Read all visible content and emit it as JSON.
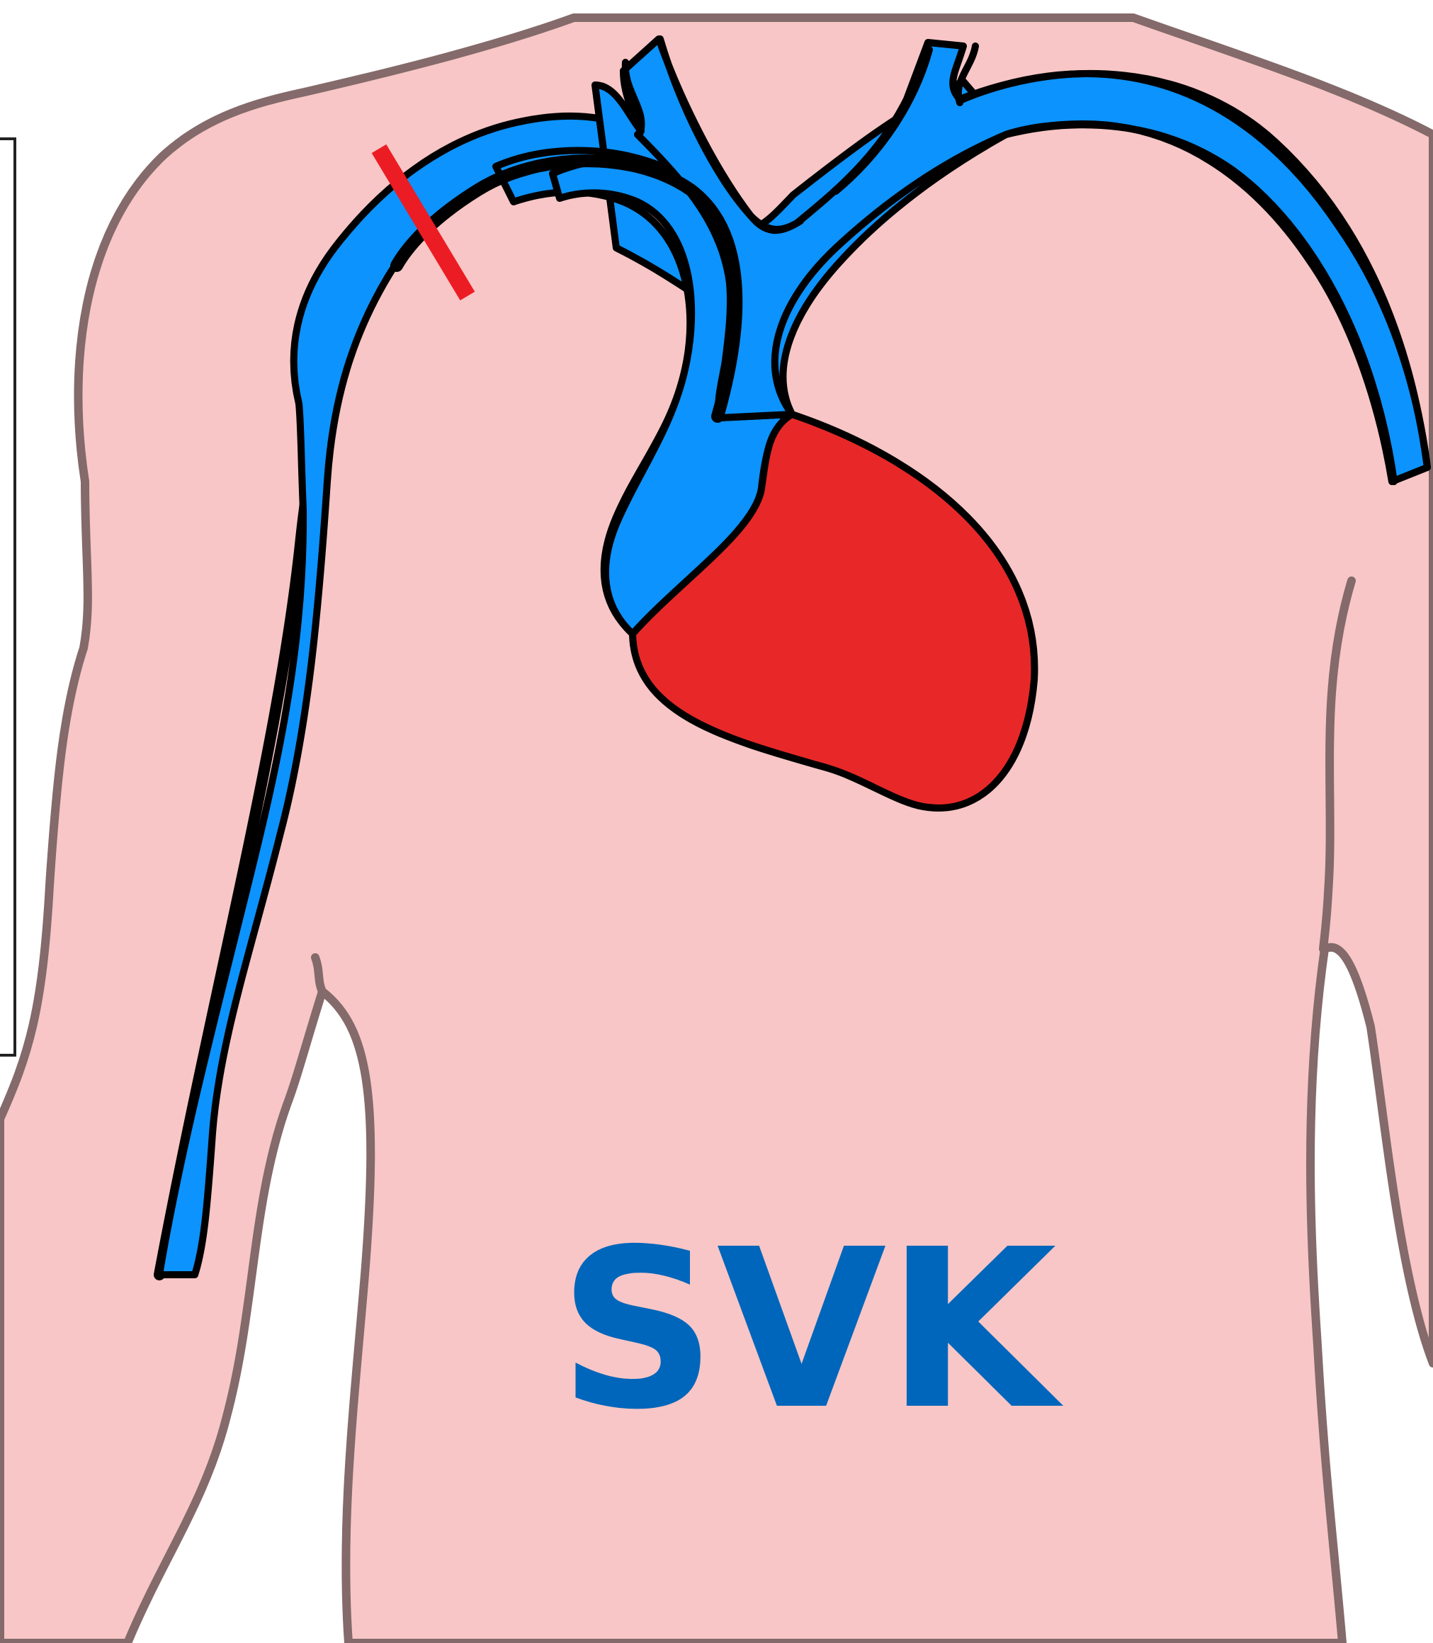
{
  "diagram": {
    "label": "SVK",
    "colors": {
      "background": "#ffffff",
      "body_fill": "#f8c6c6",
      "body_outline": "#846a6a",
      "vein_fill": "#0c93fd",
      "outline": "#000000",
      "heart_fill": "#e82828",
      "marker": "#ec1c24",
      "label_color": "#0066bb"
    },
    "parts": [
      "body-silhouette",
      "left-arm-outline",
      "right-arm-outline",
      "heart",
      "superior-vena-cava",
      "brachiocephalic-veins",
      "jugular-veins",
      "subclavian-veins",
      "catheter-line",
      "insertion-marker"
    ]
  }
}
